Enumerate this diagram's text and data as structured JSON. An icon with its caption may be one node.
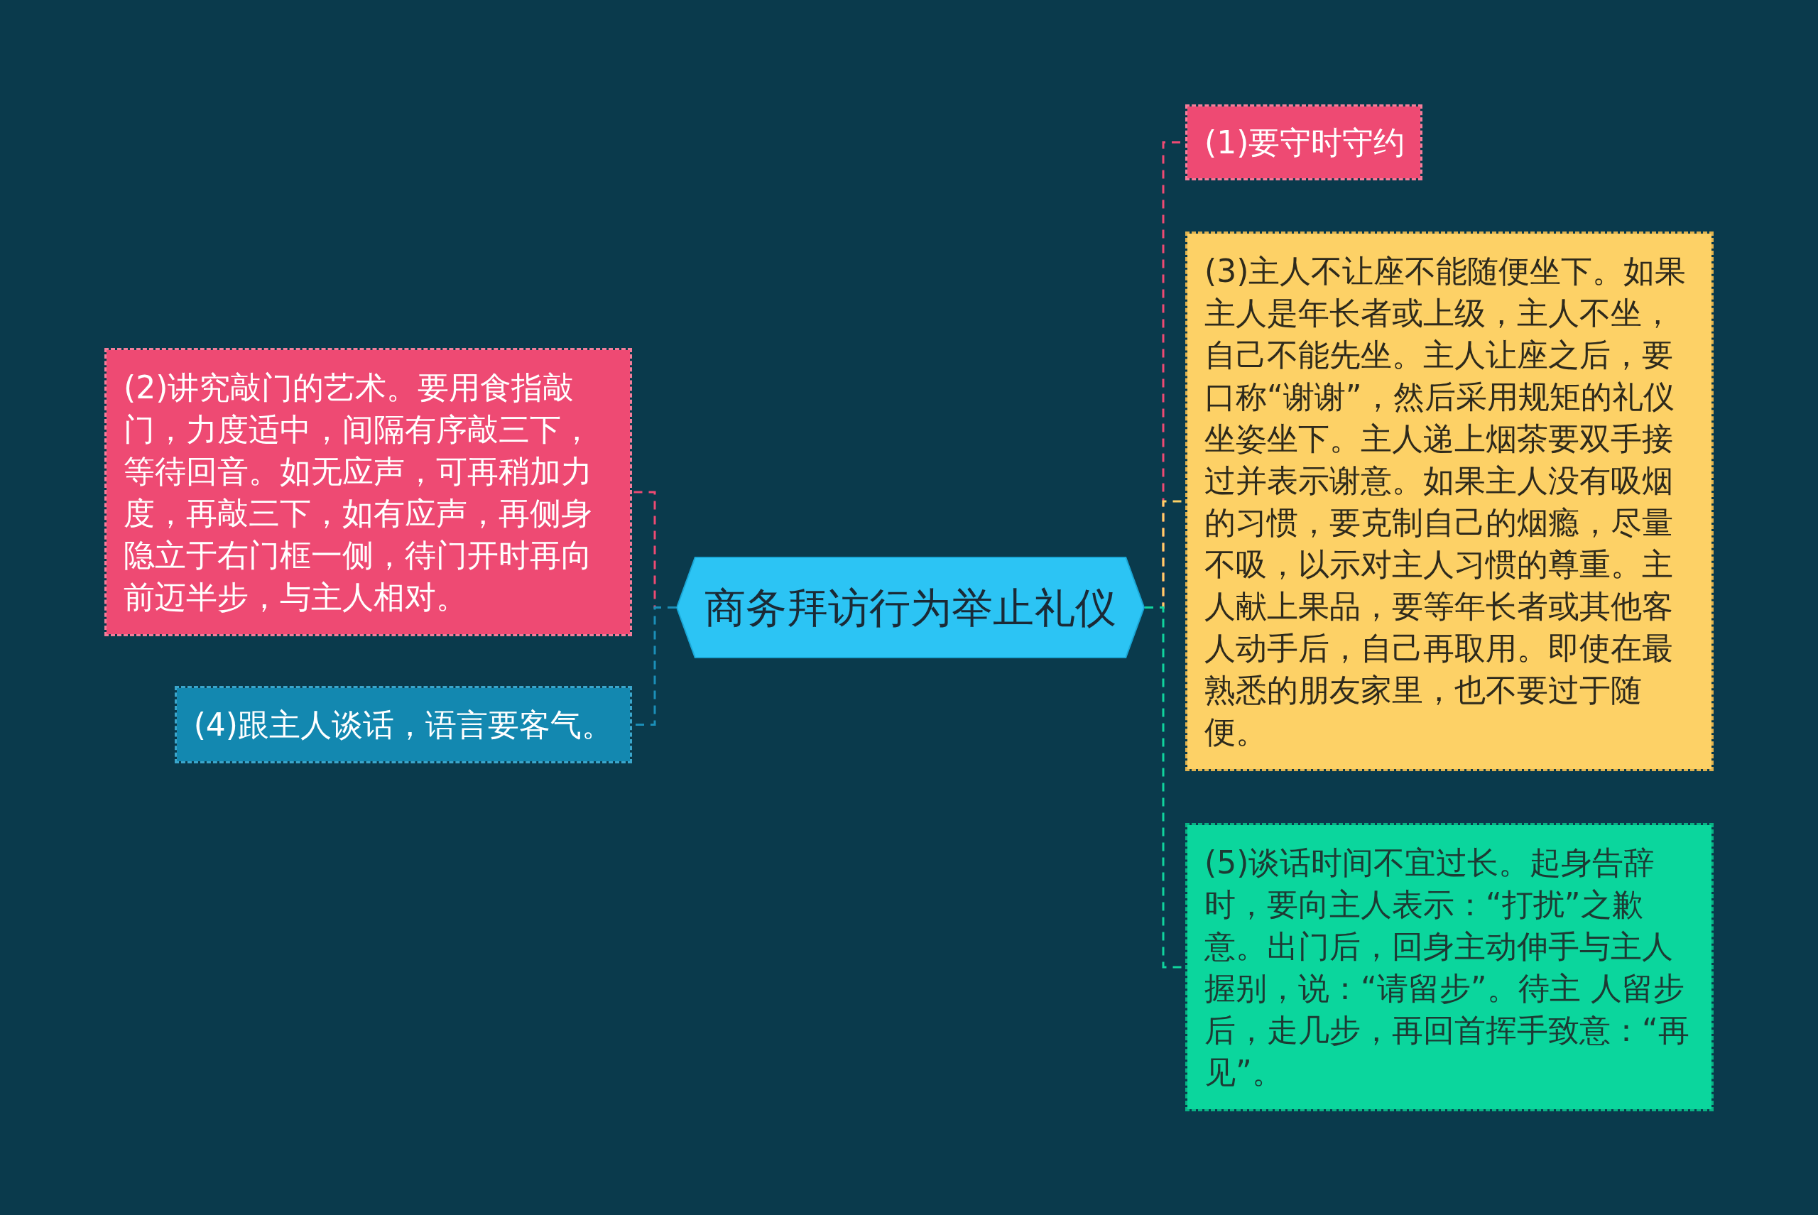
{
  "diagram": {
    "nodes": [
      {
        "text": [
          "商务拜访行为举止礼仪"
        ]
      },
      {
        "text": [
          "(1)要守时守约"
        ]
      },
      {
        "text": [
          "(2)讲究敲门的艺术。要用食指敲门，力度适中，间隔有序敲三下，等待回音。如无应声，可再稍加力度，再敲三下，如有应声，再侧身隐立于右门框一侧，待门开时再向前迈半步，与主人相对。"
        ]
      },
      {
        "text": [
          "(3)主人不让座不能随便坐下。如果主人是年长者或上级，主人不坐，自己不能先坐。主人让座之后，要口称“谢谢”，然后采用规矩的礼仪坐姿坐下。主人递上烟茶要双手接过并表示谢意。如果主人没有吸烟的习惯，要克制自己的烟瘾，尽量不吸，以示对主人习惯的尊重。主人献上果品，要等年长者或其他客人动手后，自己再取用。即使在最熟悉的朋友家里，也不要过于随便。"
        ]
      },
      {
        "text": [
          "(4)跟主人谈话，语言要客气。"
        ]
      },
      {
        "text": [
          "(5)谈话时间不宜过长。起身告辞时，要向主人表示：“打扰”之歉意。出门后，回身主动伸手与主人握别，说：“请留步”。待主 人留步后，走几步，再回首挥手致意：“再见”。"
        ]
      }
    ],
    "edges": [
      {
        "from": 0,
        "to": 1,
        "arrow": "none",
        "color": "#ee4a73"
      },
      {
        "from": 0,
        "to": 2,
        "arrow": "none",
        "color": "#ee4a73"
      },
      {
        "from": 0,
        "to": 3,
        "arrow": "none",
        "color": "#fdd166"
      },
      {
        "from": 0,
        "to": 4,
        "arrow": "none",
        "color": "#1b8fb8"
      },
      {
        "from": 0,
        "to": 5,
        "arrow": "none",
        "color": "#10d49d"
      }
    ]
  }
}
